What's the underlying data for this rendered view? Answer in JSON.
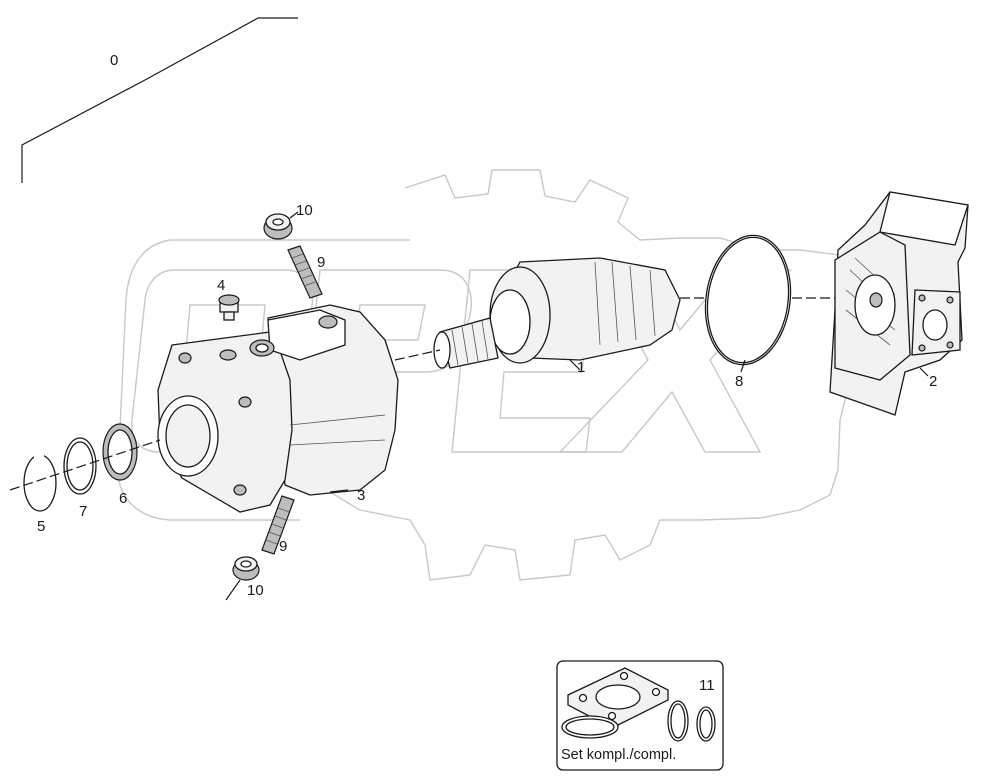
{
  "diagram": {
    "callouts": [
      {
        "id": "c0",
        "text": "0"
      },
      {
        "id": "c1",
        "text": "1"
      },
      {
        "id": "c2",
        "text": "2"
      },
      {
        "id": "c3",
        "text": "3"
      },
      {
        "id": "c4",
        "text": "4"
      },
      {
        "id": "c5",
        "text": "5"
      },
      {
        "id": "c6",
        "text": "6"
      },
      {
        "id": "c7",
        "text": "7"
      },
      {
        "id": "c8",
        "text": "8"
      },
      {
        "id": "c9a",
        "text": "9"
      },
      {
        "id": "c9b",
        "text": "9"
      },
      {
        "id": "c10a",
        "text": "10"
      },
      {
        "id": "c10b",
        "text": "10"
      },
      {
        "id": "c11",
        "text": "11"
      }
    ],
    "seal_kit": {
      "number": "11",
      "caption": "Set kompl./compl."
    },
    "watermark": {
      "text": "OPEX"
    }
  }
}
